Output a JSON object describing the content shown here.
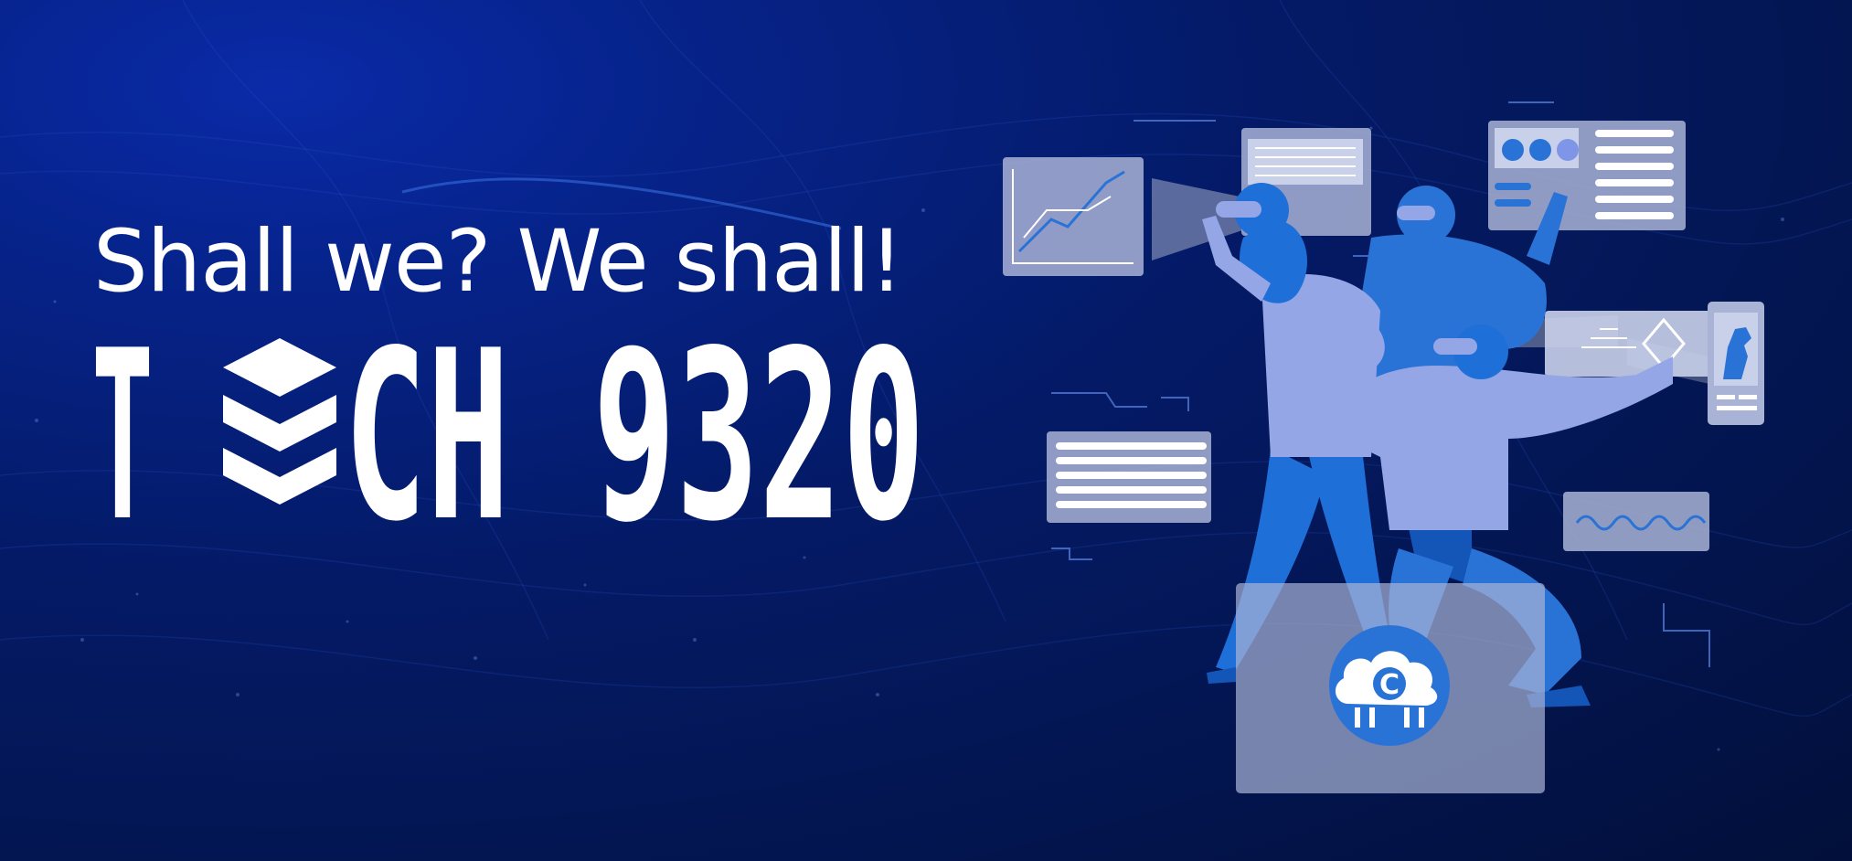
{
  "tagline": "Shall we? We shall!",
  "title": {
    "text": "TECH 9320",
    "prefix": "T",
    "rest": "CH 9320"
  },
  "colors": {
    "background_dark": "#03154f",
    "background_glow": "#0a2aa8",
    "text": "#ffffff",
    "figure_light": "#94a6e6",
    "figure_mid": "#2a73d6",
    "figure_dark": "#1456b8",
    "panel": "#a9b3d6"
  },
  "illustration": {
    "logo_icon": "cloud-gear-icon",
    "logo_letter": "C"
  }
}
